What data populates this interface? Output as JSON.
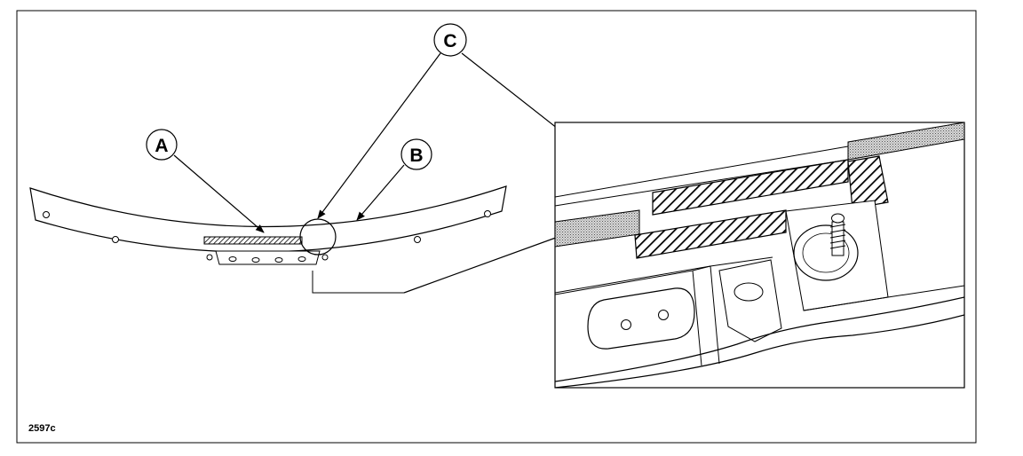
{
  "callouts": {
    "a": "A",
    "b": "B",
    "c": "C"
  },
  "figure_code": "2597c"
}
